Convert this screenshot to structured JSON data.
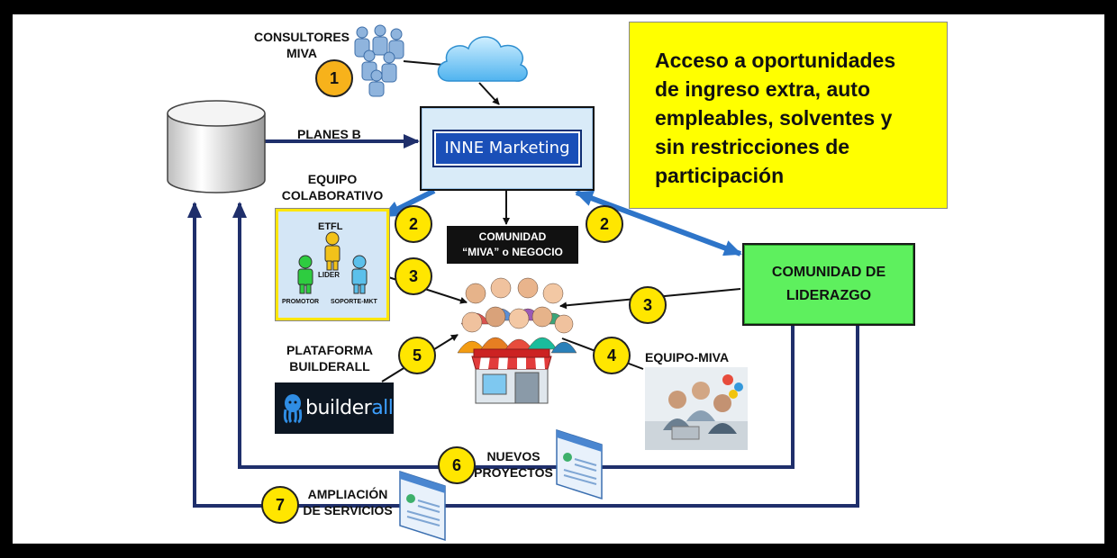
{
  "consultores": {
    "line1": "CONSULTORES",
    "line2": "MIVA"
  },
  "inne": {
    "label": "INNE Marketing"
  },
  "planes_b": "PLANES B",
  "equipo_colaborativo": {
    "line1": "EQUIPO",
    "line2": "COLABORATIVO"
  },
  "etfl": {
    "title": "ETFL",
    "lider": "LIDER",
    "promotor": "PROMOTOR",
    "soporte": "SOPORTE-MKT"
  },
  "comunidad_miva": {
    "line1": "COMUNIDAD",
    "line2": "“MIVA” o NEGOCIO"
  },
  "comunidad_liderazgo": {
    "line1": "COMUNIDAD DE",
    "line2": "LIDERAZGO"
  },
  "yellow_box": {
    "lines": [
      "Acceso a oportunidades",
      "de ingreso extra, auto",
      "empleables, solventes y",
      "sin restricciones de",
      "participación"
    ]
  },
  "plataforma": {
    "line1": "PLATAFORMA",
    "line2": "BUILDERALL"
  },
  "builderall": {
    "main": "builder",
    "accent": "all"
  },
  "equipo_miva": "EQUIPO-MIVA",
  "nuevos_proyectos": {
    "line1": "NUEVOS",
    "line2": "PROYECTOS"
  },
  "ampliacion": {
    "line1": "AMPLIACIÓN",
    "line2": "DE SERVICIOS"
  },
  "numbers": {
    "n1": "1",
    "n2a": "2",
    "n2b": "2",
    "n3a": "3",
    "n3b": "3",
    "n4": "4",
    "n5": "5",
    "n6": "6",
    "n7": "7"
  },
  "colors": {
    "inne_blue": "#1a4fb8",
    "arrow_blue": "#2e75c9",
    "navy_line": "#1f2f6b",
    "yellow": "#ffff00",
    "green": "#5ef05e",
    "badge_yellow": "#ffe600",
    "badge_orange": "#f7b21b"
  }
}
